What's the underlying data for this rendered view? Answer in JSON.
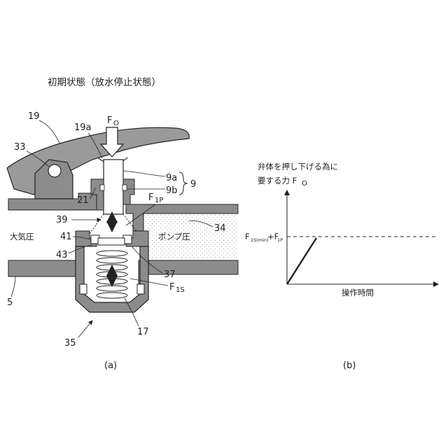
{
  "panel_a": {
    "title": "初期状態（放水停止状態）",
    "caption": "(a)",
    "left_pressure_label": "大気圧",
    "right_pressure_label": "ポンプ圧",
    "force_fo": "F",
    "force_fo_sub": "O",
    "force_fip": "F",
    "force_fip_sub": "1P",
    "force_fis": "F",
    "force_fis_sub": "1S",
    "refs": {
      "r19": "19",
      "r19a": "19a",
      "r33": "33",
      "r9a": "9a",
      "r9b": "9b",
      "r9": "9",
      "r21": "21",
      "r39": "39",
      "r34": "34",
      "r41": "41",
      "r43": "43",
      "r37": "37",
      "r5": "5",
      "r35": "35",
      "r17": "17"
    }
  },
  "panel_b": {
    "caption": "(b)",
    "y_axis_title_line1": "弁体を押し下げる為に",
    "y_axis_title_line2": "要する力 F",
    "y_axis_title_sub": "O",
    "x_axis_title": "操作時間",
    "threshold_label_f1": "F",
    "threshold_label_sub1": "1S(min)",
    "threshold_label_plus": "+F",
    "threshold_label_sub2": "1P"
  },
  "colors": {
    "housing_gray": "#8c8c8c",
    "lever_gray": "#9a9a9a",
    "line": "#222222",
    "dots": "#cfcfcf"
  },
  "chart_data": {
    "type": "line",
    "title": "",
    "xlabel": "操作時間",
    "ylabel": "弁体を押し下げる為に要する力 Fo",
    "series": [
      {
        "x": [
          "start",
          "end"
        ],
        "y": [
          "0",
          "F1S(min)+F1P"
        ],
        "style": "solid"
      }
    ],
    "reference_lines": [
      {
        "orientation": "horizontal",
        "value": "F1S(min)+F1P",
        "style": "dashed"
      }
    ],
    "grid": false
  }
}
